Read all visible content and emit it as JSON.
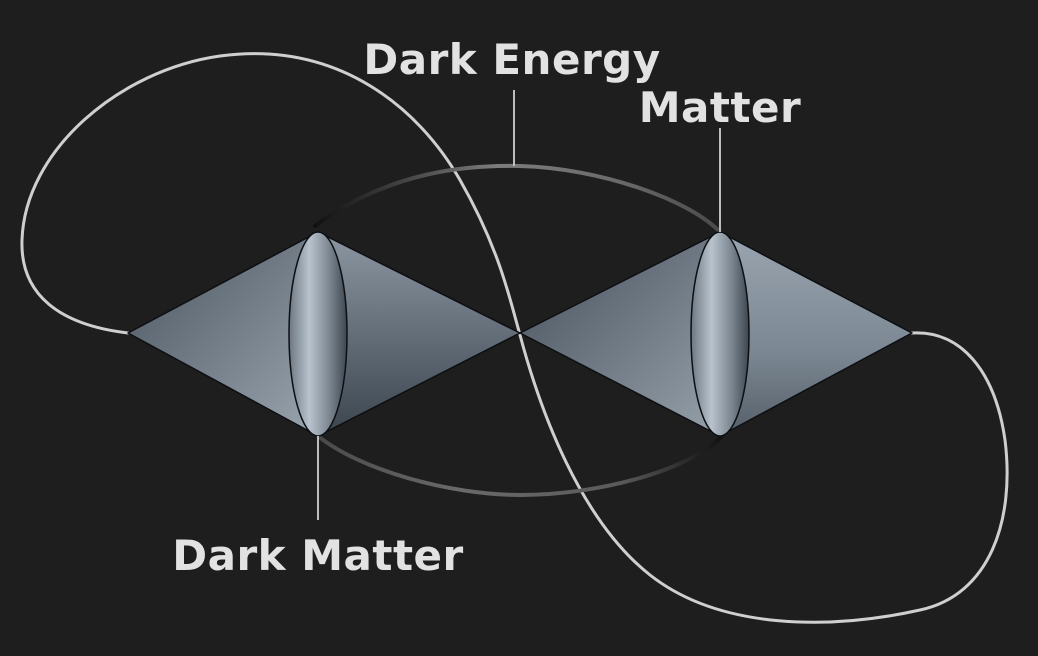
{
  "diagram": {
    "labels": {
      "dark_energy": "Dark Energy",
      "matter": "Matter",
      "dark_matter": "Dark Matter"
    },
    "colors": {
      "background": "#1e1e1e",
      "label_text": "#e2e2e2",
      "leader_line": "#bdbdbd",
      "outer_curve": "#cfcfcf",
      "cone_light": "#a9b3bd",
      "cone_dark": "#3a434c",
      "lens_light": "#b8c2cc",
      "lens_dark": "#4b555f"
    }
  }
}
